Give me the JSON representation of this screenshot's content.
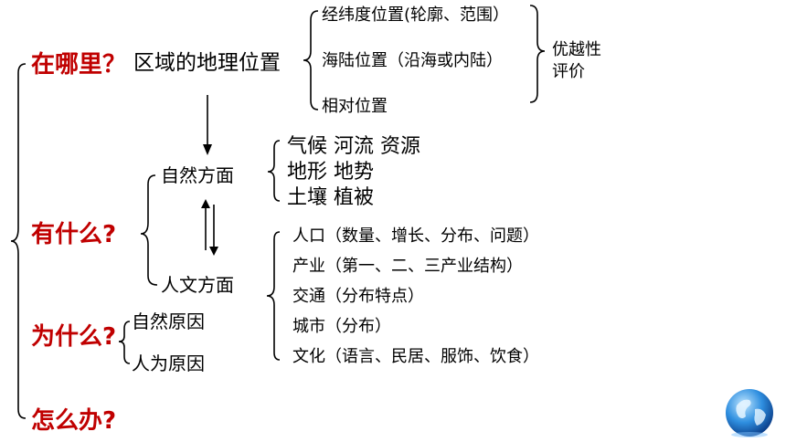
{
  "questions": {
    "where": "在哪里？",
    "what": "有什么?",
    "why": "为什么?",
    "how": "怎么办?"
  },
  "location": {
    "label": "区域的地理位置",
    "items": [
      "经纬度位置(轮廓、范围）",
      "海陆位置（沿海或内陆）",
      "相对位置"
    ],
    "evaluation": [
      "优越性",
      "评价"
    ]
  },
  "aspects": {
    "natural": {
      "label": "自然方面",
      "items": [
        "气候 河流 资源",
        "地形 地势",
        "土壤 植被"
      ]
    },
    "human": {
      "label": "人文方面",
      "items": [
        "人口（数量、增长、分布、问题）",
        "产业（第一、二、三产业结构）",
        "交通（分布特点）",
        "城市（分布）",
        "文化（语言、民居、服饰、饮食）"
      ]
    }
  },
  "causes": [
    "自然原因",
    "人为原因"
  ],
  "colors": {
    "question": "#c00000",
    "text": "#000000",
    "lines": "#000000"
  },
  "icons": {
    "globe": "globe-icon"
  }
}
